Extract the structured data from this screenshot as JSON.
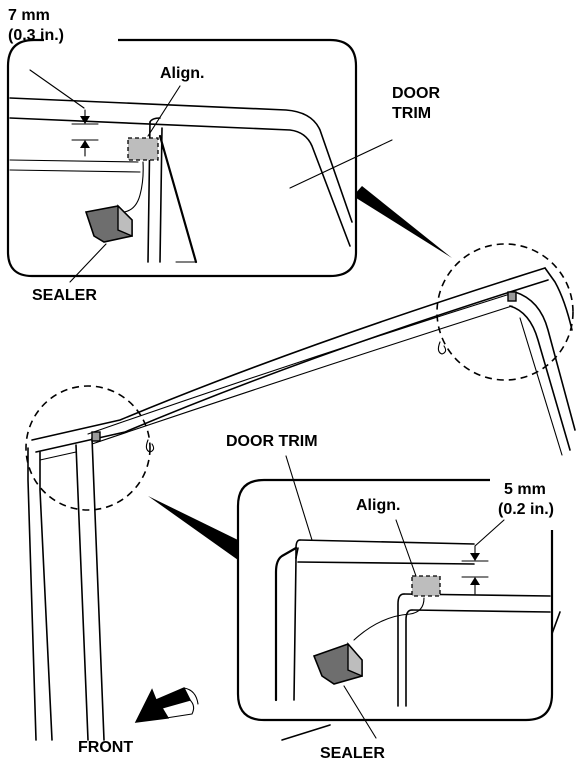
{
  "labels": {
    "top_dimension_mm": "7 mm",
    "top_dimension_in": "(0.3 in.)",
    "top_align": "Align.",
    "top_door_trim_line1": "DOOR",
    "top_door_trim_line2": "TRIM",
    "top_sealer": "SEALER",
    "bottom_door_trim": "DOOR TRIM",
    "bottom_dimension_mm": "5 mm",
    "bottom_dimension_in": "(0.2 in.)",
    "bottom_align": "Align.",
    "bottom_sealer": "SEALER",
    "front": "FRONT"
  }
}
